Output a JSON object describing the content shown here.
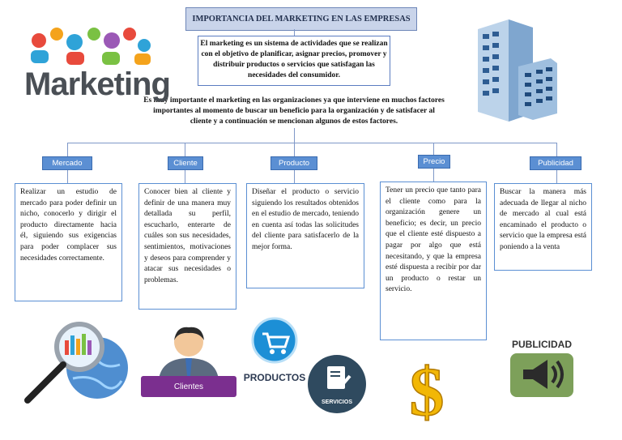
{
  "title": "IMPORTANCIA DEL MARKETING EN LAS EMPRESAS",
  "definition": "El marketing es un sistema de actividades que se realizan con el objetivo de planificar, asignar precios, promover y distribuir productos o servicios que satisfagan las necesidades del consumidor.",
  "intro": "Es muy importante el marketing en las organizaciones ya que interviene en muchos factores importantes al momento de buscar un beneficio para la organización y de satisfacer al cliente y a continuación se mencionan algunos de estos factores.",
  "logo_text": "Marketing",
  "categories": [
    {
      "label": "Mercado",
      "text": "Realizar un estudio de mercado para poder definir un nicho, conocerlo y dirigir el producto directamente hacia él, siguiendo sus exigencias para poder complacer sus necesidades correctamente."
    },
    {
      "label": "Cliente",
      "text": "Conocer bien al cliente y definir de una manera muy detallada su perfil, escucharlo, enterarte de cuáles son sus necesidades, sentimientos, motivaciones y deseos para comprender y atacar sus necesidades o problemas."
    },
    {
      "label": "Producto",
      "text": "Diseñar el producto o servicio siguiendo los resultados obtenidos en el estudio de mercado, teniendo en cuenta así todas las solicitudes del cliente para satisfacerlo de la mejor forma."
    },
    {
      "label": "Precio",
      "text": "Tener un precio que tanto para el cliente como para la organización genere un beneficio; es decir, un precio que el cliente esté dispuesto a pagar por algo que está necesitando, y que la empresa esté dispuesta a recibir por dar un producto o restar un servicio."
    },
    {
      "label": "Publicidad",
      "text": "Buscar la manera más adecuada de llegar al nicho de mercado al cual está encaminado el producto o servicio que la empresa está poniendo a la venta"
    }
  ],
  "image_labels": {
    "clientes": "Clientes",
    "productos": "PRODUCTOS",
    "servicios": "SERVICIOS",
    "publicidad": "PUBLICIDAD"
  },
  "colors": {
    "category_fill": "#5b8fd3",
    "title_fill": "#c9d4ea",
    "logo_text": "#4a4f55"
  }
}
